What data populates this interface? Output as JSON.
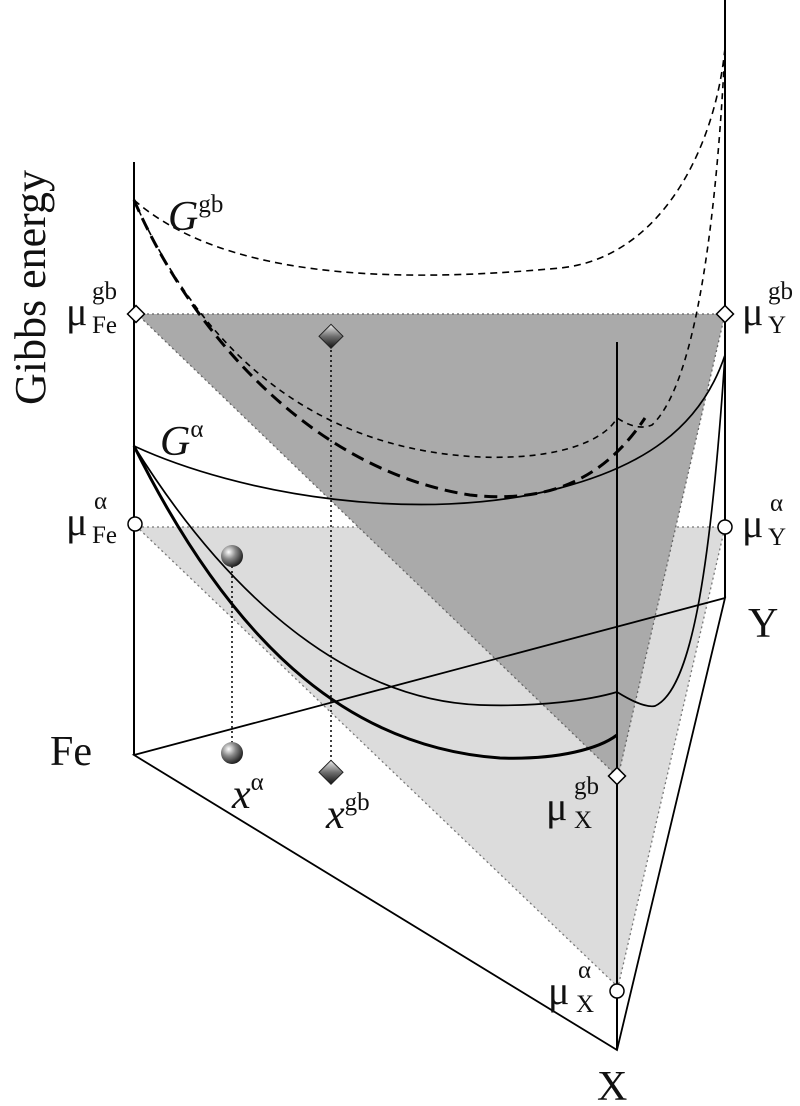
{
  "diagram": {
    "y_axis_label": "Gibbs energy",
    "vertices": {
      "fe": "Fe",
      "x": "X",
      "y": "Y"
    },
    "curves": {
      "g_gb": {
        "base": "G",
        "sup": "gb"
      },
      "g_alpha": {
        "base": "G",
        "sup": "α"
      }
    },
    "potentials": {
      "mu_fe_gb": {
        "base": "μ",
        "sub": "Fe",
        "sup": "gb"
      },
      "mu_y_gb": {
        "base": "μ",
        "sub": "Y",
        "sup": "gb"
      },
      "mu_fe_alpha": {
        "base": "μ",
        "sub": "Fe",
        "sup": "α"
      },
      "mu_y_alpha": {
        "base": "μ",
        "sub": "Y",
        "sup": "α"
      },
      "mu_x_gb": {
        "base": "μ",
        "sub": "X",
        "sup": "gb"
      },
      "mu_x_alpha": {
        "base": "μ",
        "sub": "X",
        "sup": "α"
      }
    },
    "compositions": {
      "x_alpha": {
        "base": "x",
        "sup": "α"
      },
      "x_gb": {
        "base": "x",
        "sup": "gb"
      }
    },
    "colors": {
      "plane_gb": "#aaaaaa",
      "plane_alpha": "#dcdcdc",
      "lines": "#000000"
    }
  }
}
